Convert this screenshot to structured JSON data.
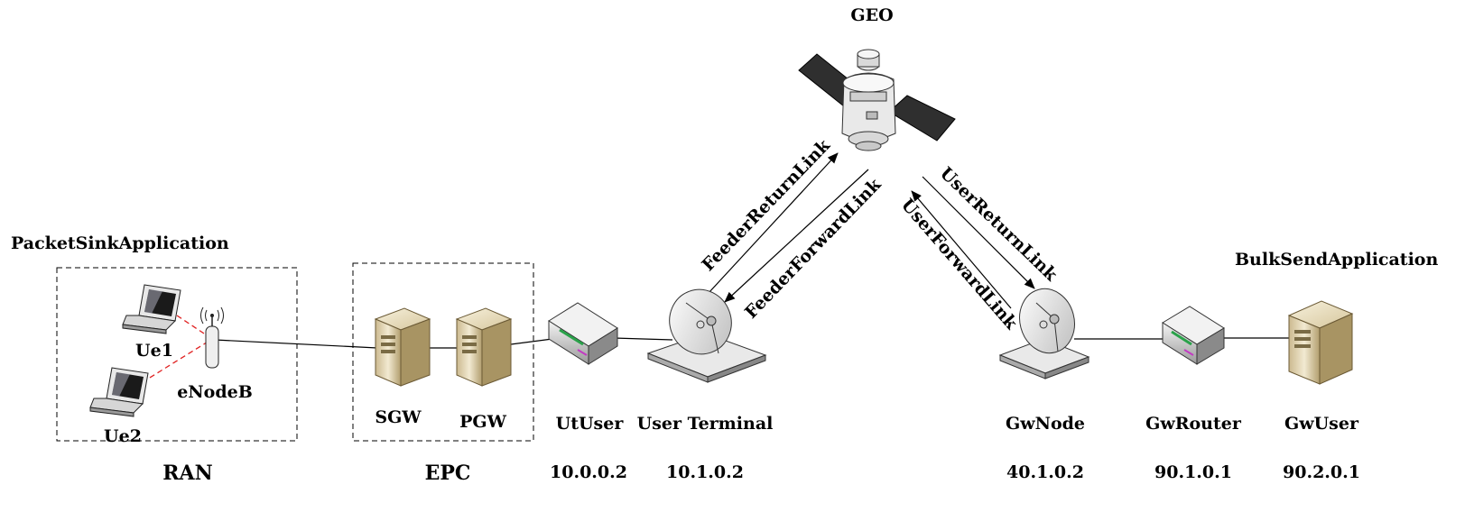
{
  "title": "GEO",
  "groups": {
    "ran_app": "PacketSinkApplication",
    "gw_app": "BulkSendApplication",
    "ran": "RAN",
    "epc": "EPC"
  },
  "nodes": {
    "ue1": "Ue1",
    "ue2": "Ue2",
    "enodeb": "eNodeB",
    "sgw": "SGW",
    "pgw": "PGW",
    "utuser": "UtUser",
    "user_terminal": "User Terminal",
    "gwnode": "GwNode",
    "gwrouter": "GwRouter",
    "gwuser": "GwUser"
  },
  "addresses": {
    "utuser": "10.0.0.2",
    "user_terminal": "10.1.0.2",
    "gwnode": "40.1.0.2",
    "gwrouter": "90.1.0.1",
    "gwuser": "90.2.0.1"
  },
  "links": {
    "feeder_return": "FeederReturnLink",
    "feeder_forward": "FeederForwardLink",
    "user_return": "UserReturnLink",
    "user_forward": "UserForwardLink"
  }
}
